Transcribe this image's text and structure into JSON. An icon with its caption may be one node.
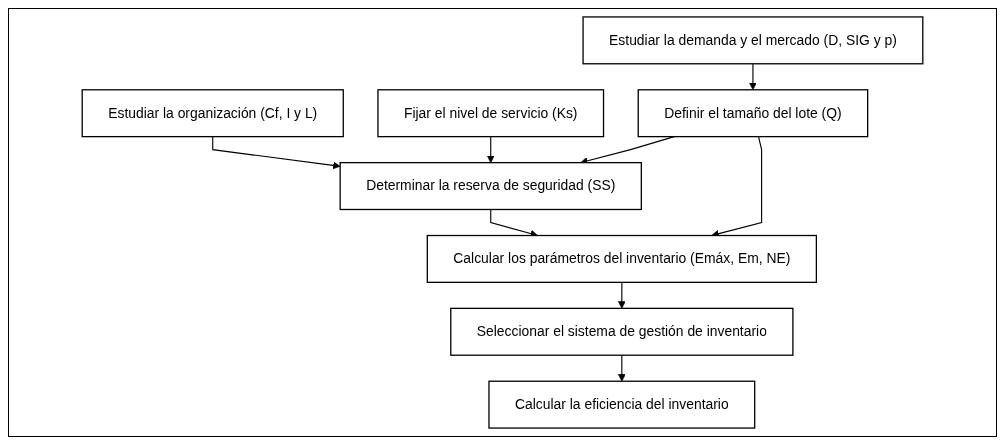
{
  "diagram": {
    "nodes": [
      {
        "text": [
          "Estudiar la demanda y el mercado (D, SIG y p)"
        ]
      },
      {
        "text": [
          "Estudiar la organización (Cf, I y L)"
        ]
      },
      {
        "text": [
          "Fijar el nivel de servicio (Ks)"
        ]
      },
      {
        "text": [
          "Definir el tamaño del lote (Q)"
        ]
      },
      {
        "text": [
          "Determinar la reserva de seguridad (SS)"
        ]
      },
      {
        "text": [
          "Calcular los parámetros del inventario (Emáx, Em, NE)"
        ]
      },
      {
        "text": [
          "Seleccionar el sistema de gestión de inventario"
        ]
      },
      {
        "text": [
          "Calcular la eficiencia del inventario"
        ]
      }
    ],
    "edges": [
      {
        "from": 0,
        "to": 3,
        "arrow": "to"
      },
      {
        "from": 1,
        "to": 4,
        "arrow": "to"
      },
      {
        "from": 2,
        "to": 4,
        "arrow": "to"
      },
      {
        "from": 3,
        "to": 4,
        "arrow": "to"
      },
      {
        "from": 3,
        "to": 5,
        "arrow": "to"
      },
      {
        "from": 4,
        "to": 5,
        "arrow": "to"
      },
      {
        "from": 5,
        "to": 6,
        "arrow": "to"
      },
      {
        "from": 6,
        "to": 7,
        "arrow": "to"
      }
    ]
  }
}
